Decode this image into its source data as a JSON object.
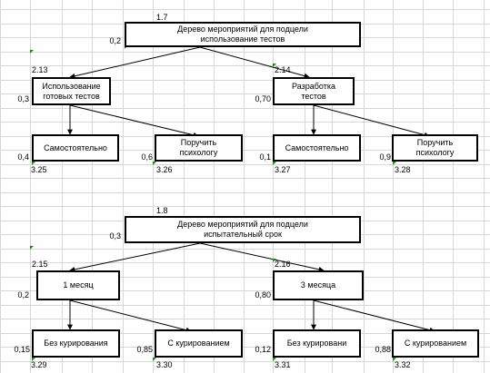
{
  "colors": {
    "grid": "#d7d7d7",
    "marker": "#1a8a1a",
    "line": "#000000"
  },
  "tree1": {
    "id": "1.7",
    "weight": "0,2",
    "title": "Дерево мероприятий для подцели\nиспользование тестов",
    "left": {
      "id": "2.13",
      "weight": "0,3",
      "text": "Использование\nготовых тестов",
      "children": [
        {
          "id": "3.25",
          "weight": "0,4",
          "text": "Самостоятельно"
        },
        {
          "id": "3.26",
          "weight": "0,6",
          "text": "Поручить\nпсихологу"
        }
      ]
    },
    "right": {
      "id": "2.14",
      "weight": "0,70",
      "text": "Разработка\nтестов",
      "children": [
        {
          "id": "3.27",
          "weight": "0,1",
          "text": "Самостоятельно"
        },
        {
          "id": "3.28",
          "weight": "0,9",
          "text": "Поручить\nпсихологу"
        }
      ]
    }
  },
  "tree2": {
    "id": "1.8",
    "weight": "0,3",
    "title": "Дерево мероприятий для подцели\nиспытательный срок",
    "left": {
      "id": "2.15",
      "weight": "0,2",
      "text": "1 месяц",
      "children": [
        {
          "id": "3.29",
          "weight": "0,15",
          "text": "Без курирования"
        },
        {
          "id": "3.30",
          "weight": "0,85",
          "text": "С курированием"
        }
      ]
    },
    "right": {
      "id": "2.16",
      "weight": "0,80",
      "text": "3 месяца",
      "children": [
        {
          "id": "3.31",
          "weight": "0,12",
          "text": "Без курировани"
        },
        {
          "id": "3.32",
          "weight": "0,88",
          "text": "С курированием"
        }
      ]
    }
  }
}
